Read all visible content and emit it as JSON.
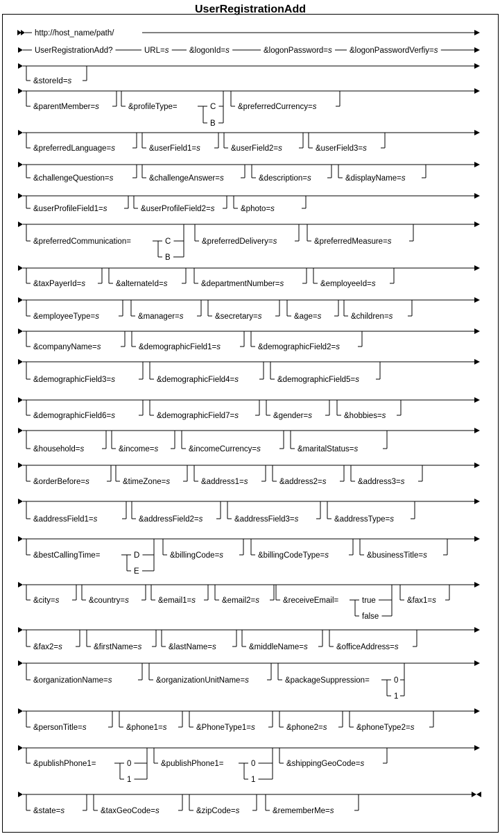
{
  "title": "UserRegistrationAdd",
  "url_line": "http://host_name/path/",
  "command_line": [
    {
      "label": "UserRegistrationAdd?"
    },
    {
      "label": "URL=",
      "param": "s"
    },
    {
      "label": "&logonId=",
      "param": "s"
    },
    {
      "label": "&logonPassword=",
      "param": "s"
    },
    {
      "label": "&logonPasswordVerfiy=",
      "param": "s"
    }
  ],
  "optional_rows": [
    [
      {
        "label": "&storeId=",
        "param": "s"
      }
    ],
    [
      {
        "label": "&parentMember=",
        "param": "s"
      },
      {
        "label": "&profileType=",
        "choices": [
          "C",
          "B"
        ]
      },
      {
        "label": "&preferredCurrency=",
        "param": "s"
      }
    ],
    [
      {
        "label": "&preferredLanguage=",
        "param": "s"
      },
      {
        "label": "&userField1=",
        "param": "s"
      },
      {
        "label": "&userField2=",
        "param": "s"
      },
      {
        "label": "&userField3=",
        "param": "s"
      }
    ],
    [
      {
        "label": "&challengeQuestion=",
        "param": "s"
      },
      {
        "label": "&challengeAnswer=",
        "param": "s"
      },
      {
        "label": "&description=",
        "param": "s"
      },
      {
        "label": "&displayName=",
        "param": "s"
      }
    ],
    [
      {
        "label": "&userProfileField1=",
        "param": "s"
      },
      {
        "label": "&userProfileField2=",
        "param": "s"
      },
      {
        "label": "&photo=",
        "param": "s"
      }
    ],
    [
      {
        "label": "&preferredCommunication=",
        "choices": [
          "C",
          "B"
        ]
      },
      {
        "label": "&preferredDelivery=",
        "param": "s"
      },
      {
        "label": "&preferredMeasure=",
        "param": "s"
      }
    ],
    [
      {
        "label": "&taxPayerId=",
        "param": "s"
      },
      {
        "label": "&alternateId=",
        "param": "s"
      },
      {
        "label": "&departmentNumber=",
        "param": "s"
      },
      {
        "label": "&employeeId=",
        "param": "s"
      }
    ],
    [
      {
        "label": "&employeeType=",
        "param": "s"
      },
      {
        "label": "&manager=",
        "param": "s"
      },
      {
        "label": "&secretary=",
        "param": "s"
      },
      {
        "label": "&age=",
        "param": "s"
      },
      {
        "label": "&children=",
        "param": "s"
      }
    ],
    [
      {
        "label": "&companyName=",
        "param": "s"
      },
      {
        "label": "&demographicField1=",
        "param": "s"
      },
      {
        "label": "&demographicField2=",
        "param": "s"
      }
    ],
    [
      {
        "label": "&demographicField3=",
        "param": "s"
      },
      {
        "label": "&demographicField4=",
        "param": "s"
      },
      {
        "label": "&demographicField5=",
        "param": "s"
      }
    ],
    [
      {
        "label": "&demographicField6=",
        "param": "s"
      },
      {
        "label": "&demographicField7=",
        "param": "s"
      },
      {
        "label": "&gender=",
        "param": "s"
      },
      {
        "label": "&hobbies=",
        "param": "s"
      }
    ],
    [
      {
        "label": "&household=",
        "param": "s"
      },
      {
        "label": "&income=",
        "param": "s"
      },
      {
        "label": "&incomeCurrency=",
        "param": "s"
      },
      {
        "label": "&maritalStatus=",
        "param": "s"
      }
    ],
    [
      {
        "label": "&orderBefore=",
        "param": "s"
      },
      {
        "label": "&timeZone=",
        "param": "s"
      },
      {
        "label": "&address1=",
        "param": "s"
      },
      {
        "label": "&address2=",
        "param": "s"
      },
      {
        "label": "&address3=",
        "param": "s"
      }
    ],
    [
      {
        "label": "&addressField1=",
        "param": "s"
      },
      {
        "label": "&addressField2=",
        "param": "s"
      },
      {
        "label": "&addressField3=",
        "param": "s"
      },
      {
        "label": "&addressType=",
        "param": "s"
      }
    ],
    [
      {
        "label": "&bestCallingTime=",
        "choices": [
          "D",
          "E"
        ]
      },
      {
        "label": "&billingCode=",
        "param": "s"
      },
      {
        "label": "&billingCodeType=",
        "param": "s"
      },
      {
        "label": "&businessTitle=",
        "param": "s"
      }
    ],
    [
      {
        "label": "&city=",
        "param": "s"
      },
      {
        "label": "&country=",
        "param": "s"
      },
      {
        "label": "&email1=",
        "param": "s"
      },
      {
        "label": "&email2=",
        "param": "s"
      },
      {
        "label": "&receiveEmail=",
        "choices": [
          "true",
          "false"
        ]
      },
      {
        "label": "&fax1=",
        "param": "s"
      }
    ],
    [
      {
        "label": "&fax2=",
        "param": "s"
      },
      {
        "label": "&firstName=",
        "param": "s"
      },
      {
        "label": "&lastName=",
        "param": "s"
      },
      {
        "label": "&middleName=",
        "param": "s"
      },
      {
        "label": "&officeAddress=",
        "param": "s"
      }
    ],
    [
      {
        "label": "&organizationName=",
        "param": "s"
      },
      {
        "label": "&organizationUnitName=",
        "param": "s"
      },
      {
        "label": "&packageSuppression=",
        "choices": [
          "0",
          "1"
        ]
      }
    ],
    [
      {
        "label": "&personTitle=",
        "param": "s"
      },
      {
        "label": "&phone1=",
        "param": "s"
      },
      {
        "label": "&PhoneType1=",
        "param": "s"
      },
      {
        "label": "&phone2=",
        "param": "s"
      },
      {
        "label": "&phoneType2=",
        "param": "s"
      }
    ],
    [
      {
        "label": "&publishPhone1=",
        "choices": [
          "0",
          "1"
        ]
      },
      {
        "label": "&publishPhone1=",
        "choices": [
          "0",
          "1"
        ]
      },
      {
        "label": "&shippingGeoCode=",
        "param": "s"
      }
    ],
    [
      {
        "label": "&state=",
        "param": "s"
      },
      {
        "label": "&taxGeoCode=",
        "param": "s"
      },
      {
        "label": "&zipCode=",
        "param": "s"
      },
      {
        "label": "&rememberMe=",
        "param": "s"
      }
    ]
  ]
}
